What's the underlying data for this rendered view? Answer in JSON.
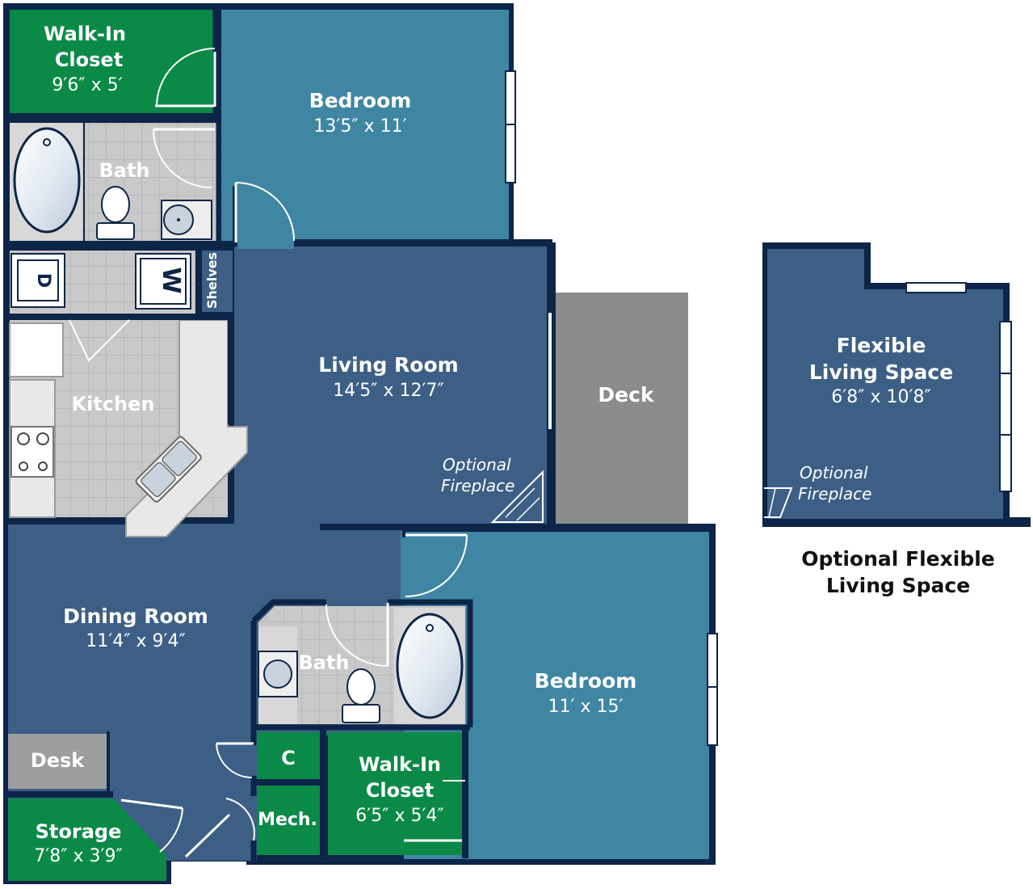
{
  "colors": {
    "wall": "#0d2548",
    "living": "#3d5f85",
    "bedroom": "#3f86a3",
    "closet": "#0b8a47",
    "tile": "#c7c7c7",
    "deck": "#8a8c8e",
    "counter": "#e9e9e9"
  },
  "rooms": {
    "walkin_closet_top": {
      "name_line1": "Walk-In",
      "name_line2": "Closet",
      "dims": "9′6″ x 5′"
    },
    "bedroom_top": {
      "name": "Bedroom",
      "dims": "13′5″ x 11′"
    },
    "bath_top": {
      "name": "Bath"
    },
    "dryer": {
      "label": "D"
    },
    "washer": {
      "label": "W"
    },
    "shelves": {
      "label": "Shelves"
    },
    "kitchen": {
      "name": "Kitchen"
    },
    "living_room": {
      "name": "Living Room",
      "dims": "14′5″ x 12′7″"
    },
    "optional_fireplace": {
      "line1": "Optional",
      "line2": "Fireplace"
    },
    "deck": {
      "name": "Deck"
    },
    "dining_room": {
      "name": "Dining Room",
      "dims": "11′4″ x 9′4″"
    },
    "bath_bottom": {
      "name": "Bath"
    },
    "bedroom_bottom": {
      "name": "Bedroom",
      "dims": "11′ x 15′"
    },
    "desk": {
      "name": "Desk"
    },
    "storage": {
      "name": "Storage",
      "dims": "7′8″ x 3′9″"
    },
    "closet_c": {
      "label": "C"
    },
    "mech": {
      "label": "Mech."
    },
    "walkin_closet_bottom": {
      "name_line1": "Walk-In",
      "name_line2": "Closet",
      "dims": "6′5″ x 5′4″"
    }
  },
  "flex_space": {
    "name_line1": "Flexible",
    "name_line2": "Living Space",
    "dims": "6′8″ x 10′8″",
    "fireplace_line1": "Optional",
    "fireplace_line2": "Fireplace",
    "caption_line1": "Optional Flexible",
    "caption_line2": "Living Space"
  }
}
